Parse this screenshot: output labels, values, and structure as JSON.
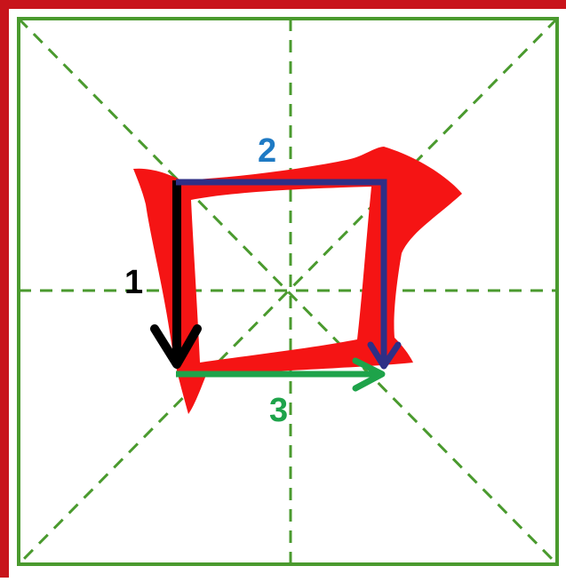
{
  "colors": {
    "frame_red": "#c8141b",
    "grid_green": "#4a9a2e",
    "glyph_red": "#f51414",
    "stroke_1": "#000000",
    "stroke_2": "#2e2f86",
    "stroke_3": "#1ea34a",
    "label_1": "#000000",
    "label_2": "#1f7ac4",
    "label_3": "#1ea34a"
  },
  "glyph": {
    "character": "口",
    "icon": "kou-character-glyph"
  },
  "strokes": [
    {
      "order": 1,
      "label": "1",
      "direction": "down"
    },
    {
      "order": 2,
      "label": "2",
      "direction": "right-then-down"
    },
    {
      "order": 3,
      "label": "3",
      "direction": "right"
    }
  ]
}
